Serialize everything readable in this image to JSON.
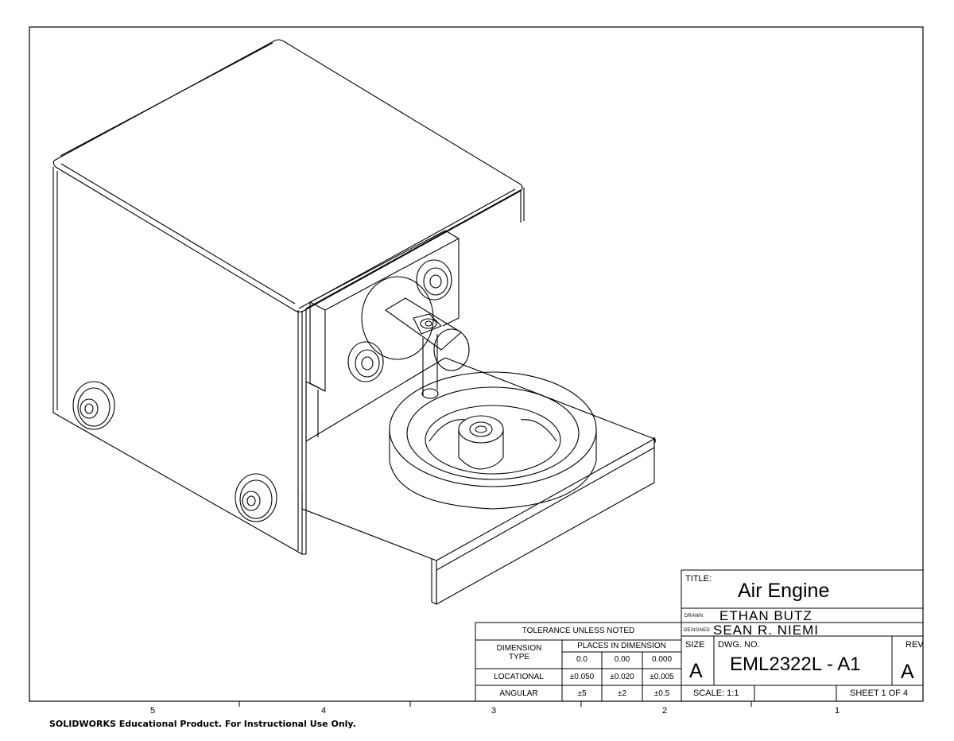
{
  "title_block": {
    "title_label": "TITLE:",
    "title": "Air Engine",
    "drawn_label": "DRAWN",
    "drawn_by": "ETHAN BUTZ",
    "designed_label": "DESIGNED",
    "designed_by": "SEAN R. NIEMI",
    "size_label": "SIZE",
    "size": "A",
    "dwg_no_label": "DWG. NO.",
    "dwg_no": "EML2322L - A1",
    "rev_label": "REV",
    "rev": "A",
    "scale": "SCALE: 1:1",
    "sheet": "SHEET 1 OF 4"
  },
  "tolerance_table": {
    "header": "TOLERANCE UNLESS NOTED",
    "dimension_type": "DIMENSION TYPE",
    "places_header": "PLACES IN DIMENSION",
    "places": [
      "0.0",
      "0.00",
      "0.000"
    ],
    "rows": [
      {
        "label": "LOCATIONAL",
        "values": [
          "±0.050",
          "±0.020",
          "±0.005"
        ]
      },
      {
        "label": "ANGULAR",
        "values": [
          "±5",
          "±2",
          "±0.5"
        ]
      }
    ]
  },
  "zones": [
    "5",
    "4",
    "3",
    "2",
    "1"
  ],
  "footer_note": "SOLIDWORKS Educational Product. For Instructional Use Only."
}
